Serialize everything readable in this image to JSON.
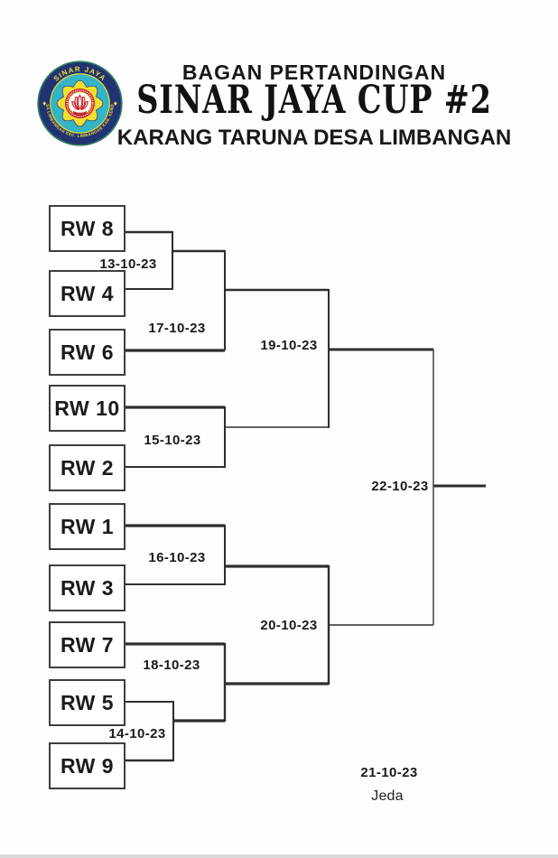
{
  "header": {
    "subtitle": "BAGAN PERTANDINGAN",
    "title": "SINAR JAYA CUP #2",
    "organizer": "KARANG TARUNA DESA LIMBANGAN",
    "logo": {
      "ring_top_text": "SINAR JAYA",
      "ring_bottom_text": "DESA LIMBANGAN KEC. LIMBANGAN KAB. KENDAL",
      "colors": {
        "green_rim": "#2a7a5e",
        "navy": "#223272",
        "cyan": "#35b4c6",
        "yellow": "#f2de30",
        "red": "#c8222a"
      }
    }
  },
  "bracket": {
    "teams": [
      {
        "name": "RW 8"
      },
      {
        "name": "RW 4"
      },
      {
        "name": "RW 6"
      },
      {
        "name": "RW 10"
      },
      {
        "name": "RW 2"
      },
      {
        "name": "RW 1"
      },
      {
        "name": "RW 3"
      },
      {
        "name": "RW 7"
      },
      {
        "name": "RW 5"
      },
      {
        "name": "RW 9"
      }
    ],
    "dates": {
      "m13": "13-10-23",
      "m14": "14-10-23",
      "m15": "15-10-23",
      "m16": "16-10-23",
      "m17": "17-10-23",
      "m18": "18-10-23",
      "m19": "19-10-23",
      "m20": "20-10-23",
      "m22": "22-10-23"
    },
    "matches": [
      {
        "date": "13-10-23",
        "stage": "round-1",
        "teams": [
          "RW 8",
          "RW 4"
        ]
      },
      {
        "date": "14-10-23",
        "stage": "round-1",
        "teams": [
          "RW 5",
          "RW 9"
        ]
      },
      {
        "date": "15-10-23",
        "stage": "quarterfinal",
        "teams": [
          "RW 10",
          "RW 2"
        ]
      },
      {
        "date": "16-10-23",
        "stage": "quarterfinal",
        "teams": [
          "RW 1",
          "RW 3"
        ]
      },
      {
        "date": "17-10-23",
        "stage": "quarterfinal",
        "teams": [
          "winner of 13-10-23",
          "RW 6"
        ]
      },
      {
        "date": "18-10-23",
        "stage": "quarterfinal",
        "teams": [
          "RW 7",
          "winner of 14-10-23"
        ]
      },
      {
        "date": "19-10-23",
        "stage": "semifinal",
        "teams": [
          "winner of 17-10-23",
          "winner of 15-10-23"
        ]
      },
      {
        "date": "20-10-23",
        "stage": "semifinal",
        "teams": [
          "winner of 16-10-23",
          "winner of 18-10-23"
        ]
      },
      {
        "date": "21-10-23",
        "stage": "rest-day",
        "teams": []
      },
      {
        "date": "22-10-23",
        "stage": "final",
        "teams": [
          "winner of 19-10-23",
          "winner of 20-10-23"
        ]
      }
    ]
  },
  "footer": {
    "rest_day_date": "21-10-23",
    "rest_day_label": "Jeda"
  }
}
